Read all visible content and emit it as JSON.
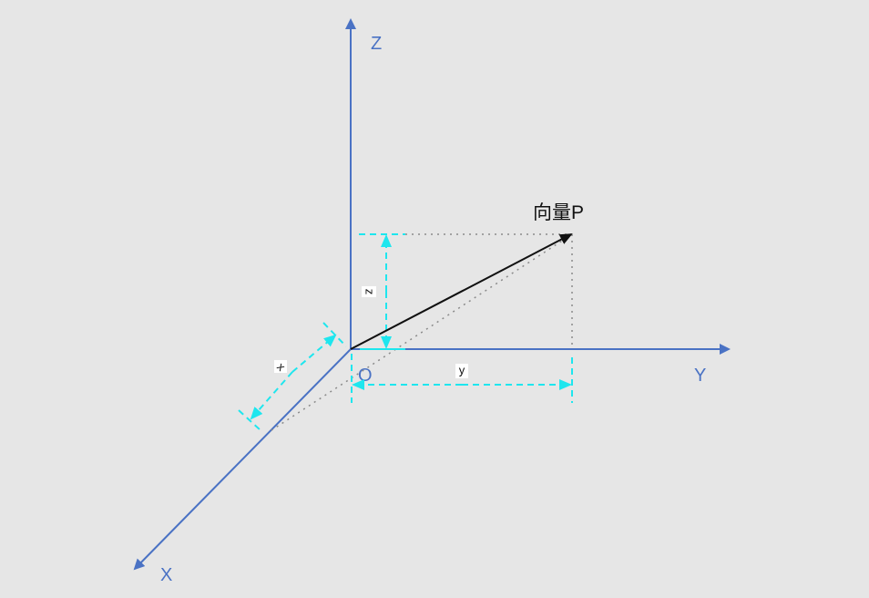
{
  "diagram": {
    "axes": {
      "x_label": "X",
      "y_label": "Y",
      "z_label": "Z",
      "origin_label": "O"
    },
    "vector": {
      "label": "向量P"
    },
    "dimensions": {
      "x": "x",
      "y": "y",
      "z": "z"
    },
    "colors": {
      "background": "#e6e6e6",
      "axis": "#4a72c4",
      "vector": "#111111",
      "dimension": "#1ee6ee",
      "projection": "#8a8a8a"
    }
  }
}
